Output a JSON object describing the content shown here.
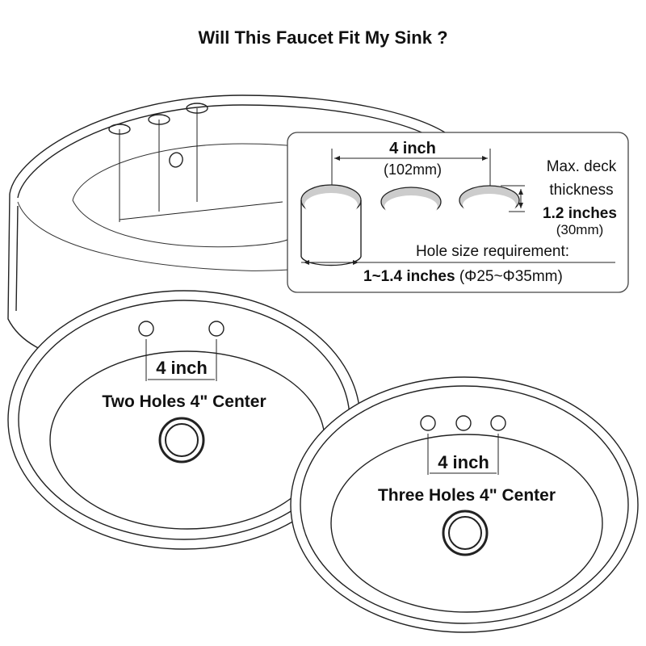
{
  "title": "Will This Faucet Fit My Sink ?",
  "spec_panel": {
    "spacing_label": "4 inch",
    "spacing_metric": "(102mm)",
    "deck_label_line1": "Max. deck",
    "deck_label_line2": "thickness",
    "deck_value": "1.2 inches",
    "deck_metric": "(30mm)",
    "hole_req_label": "Hole size requirement:",
    "hole_size_value": "1~1.4 inches",
    "hole_size_metric": "(Φ25~Φ35mm)"
  },
  "sink_two_holes": {
    "spacing_label": "4 inch",
    "caption": "Two Holes 4\" Center"
  },
  "sink_three_holes": {
    "spacing_label": "4 inch",
    "caption": "Three Holes 4\" Center"
  },
  "colors": {
    "line": "#222222",
    "hole_shade": "#c8c8c8",
    "panel_border": "#444444",
    "background": "#ffffff"
  }
}
